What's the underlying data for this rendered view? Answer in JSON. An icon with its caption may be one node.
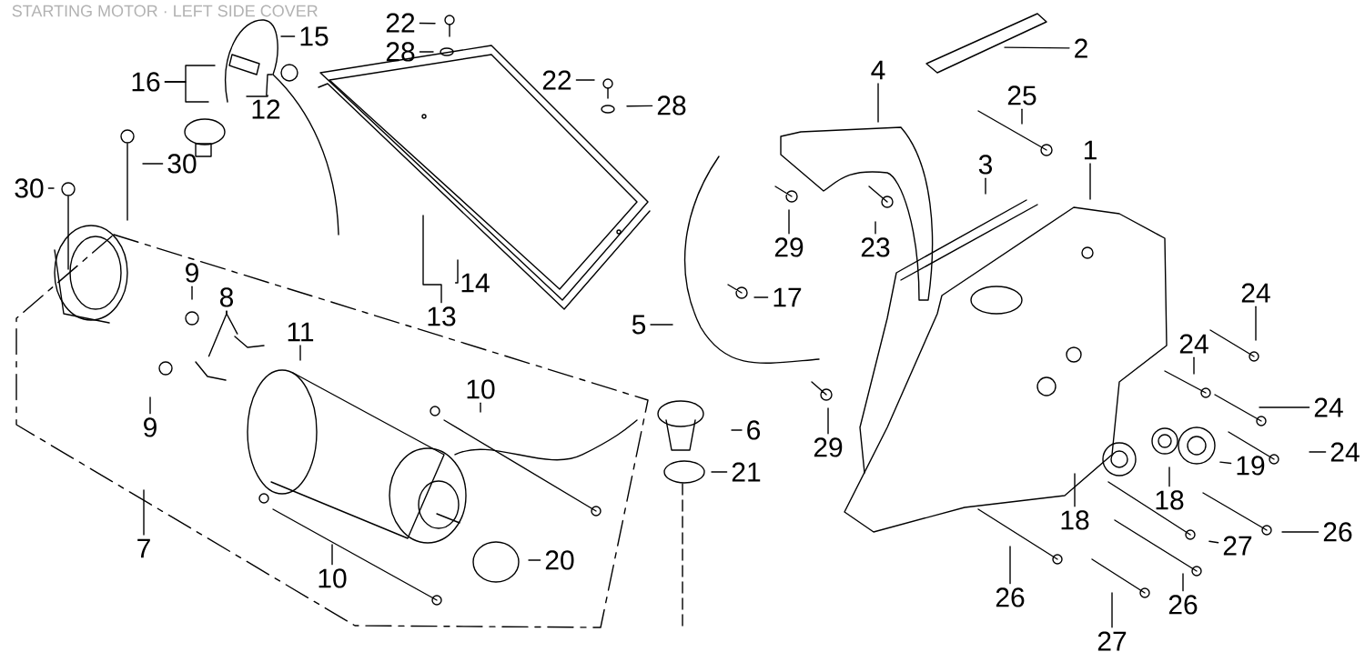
{
  "diagram": {
    "title": "STARTING MOTOR · LEFT SIDE COVER",
    "nodes": [
      {
        "text": [
          "15"
        ]
      },
      {
        "text": [
          "22"
        ]
      },
      {
        "text": [
          "28"
        ]
      },
      {
        "text": [
          "22"
        ]
      },
      {
        "text": [
          "16"
        ]
      },
      {
        "text": [
          "4"
        ]
      },
      {
        "text": [
          "2"
        ]
      },
      {
        "text": [
          "28"
        ]
      },
      {
        "text": [
          "25"
        ]
      },
      {
        "text": [
          "12"
        ]
      },
      {
        "text": [
          "1"
        ]
      },
      {
        "text": [
          "30"
        ]
      },
      {
        "text": [
          "3"
        ]
      },
      {
        "text": [
          "30"
        ]
      },
      {
        "text": [
          "29"
        ]
      },
      {
        "text": [
          "23"
        ]
      },
      {
        "text": [
          "14"
        ]
      },
      {
        "text": [
          "9"
        ]
      },
      {
        "text": [
          "24"
        ]
      },
      {
        "text": [
          "8"
        ]
      },
      {
        "text": [
          "17"
        ]
      },
      {
        "text": [
          "13"
        ]
      },
      {
        "text": [
          "5"
        ]
      },
      {
        "text": [
          "11"
        ]
      },
      {
        "text": [
          "24"
        ]
      },
      {
        "text": [
          "10"
        ]
      },
      {
        "text": [
          "24"
        ]
      },
      {
        "text": [
          "9"
        ]
      },
      {
        "text": [
          "6"
        ]
      },
      {
        "text": [
          "29"
        ]
      },
      {
        "text": [
          "24"
        ]
      },
      {
        "text": [
          "19"
        ]
      },
      {
        "text": [
          "21"
        ]
      },
      {
        "text": [
          "18"
        ]
      },
      {
        "text": [
          "18"
        ]
      },
      {
        "text": [
          "26"
        ]
      },
      {
        "text": [
          "27"
        ]
      },
      {
        "text": [
          "7"
        ]
      },
      {
        "text": [
          "20"
        ]
      },
      {
        "text": [
          "10"
        ]
      },
      {
        "text": [
          "26"
        ]
      },
      {
        "text": [
          "26"
        ]
      },
      {
        "text": [
          "27"
        ]
      }
    ],
    "edges": [
      {
        "from": 0,
        "to": null,
        "arrow": "none"
      },
      {
        "from": 1,
        "to": null,
        "arrow": "none"
      },
      {
        "from": 2,
        "to": null,
        "arrow": "none"
      },
      {
        "from": 3,
        "to": null,
        "arrow": "none"
      },
      {
        "from": 4,
        "to": null,
        "arrow": "none"
      },
      {
        "from": 5,
        "to": null,
        "arrow": "none"
      },
      {
        "from": 6,
        "to": null,
        "arrow": "none"
      },
      {
        "from": 7,
        "to": null,
        "arrow": "none"
      },
      {
        "from": 8,
        "to": null,
        "arrow": "none"
      },
      {
        "from": 9,
        "to": null,
        "arrow": "none"
      },
      {
        "from": 10,
        "to": null,
        "arrow": "none"
      },
      {
        "from": 11,
        "to": null,
        "arrow": "none"
      },
      {
        "from": 12,
        "to": null,
        "arrow": "none"
      },
      {
        "from": 13,
        "to": null,
        "arrow": "none"
      },
      {
        "from": 14,
        "to": null,
        "arrow": "none"
      },
      {
        "from": 15,
        "to": null,
        "arrow": "none"
      },
      {
        "from": 16,
        "to": null,
        "arrow": "none"
      },
      {
        "from": 17,
        "to": null,
        "arrow": "none"
      },
      {
        "from": 18,
        "to": null,
        "arrow": "none"
      },
      {
        "from": 19,
        "to": null,
        "arrow": "none"
      },
      {
        "from": 20,
        "to": null,
        "arrow": "none"
      },
      {
        "from": 21,
        "to": null,
        "arrow": "none"
      },
      {
        "from": 22,
        "to": null,
        "arrow": "none"
      },
      {
        "from": 23,
        "to": null,
        "arrow": "none"
      },
      {
        "from": 24,
        "to": null,
        "arrow": "none"
      },
      {
        "from": 25,
        "to": null,
        "arrow": "none"
      },
      {
        "from": 26,
        "to": null,
        "arrow": "none"
      },
      {
        "from": 27,
        "to": null,
        "arrow": "none"
      },
      {
        "from": 28,
        "to": null,
        "arrow": "none"
      },
      {
        "from": 29,
        "to": null,
        "arrow": "none"
      },
      {
        "from": 30,
        "to": null,
        "arrow": "none"
      },
      {
        "from": 31,
        "to": null,
        "arrow": "none"
      },
      {
        "from": 32,
        "to": null,
        "arrow": "none"
      },
      {
        "from": 33,
        "to": null,
        "arrow": "none"
      },
      {
        "from": 34,
        "to": null,
        "arrow": "none"
      },
      {
        "from": 35,
        "to": null,
        "arrow": "none"
      },
      {
        "from": 36,
        "to": null,
        "arrow": "none"
      },
      {
        "from": 37,
        "to": null,
        "arrow": "none"
      },
      {
        "from": 38,
        "to": null,
        "arrow": "none"
      },
      {
        "from": 39,
        "to": null,
        "arrow": "none"
      },
      {
        "from": 40,
        "to": null,
        "arrow": "none"
      },
      {
        "from": 41,
        "to": null,
        "arrow": "none"
      },
      {
        "from": 42,
        "to": null,
        "arrow": "none"
      },
      {
        "from": 4,
        "to": null,
        "arrow": "none"
      },
      {
        "from": 9,
        "to": null,
        "arrow": "none"
      },
      {
        "from": 19,
        "to": null,
        "arrow": "none"
      }
    ]
  }
}
